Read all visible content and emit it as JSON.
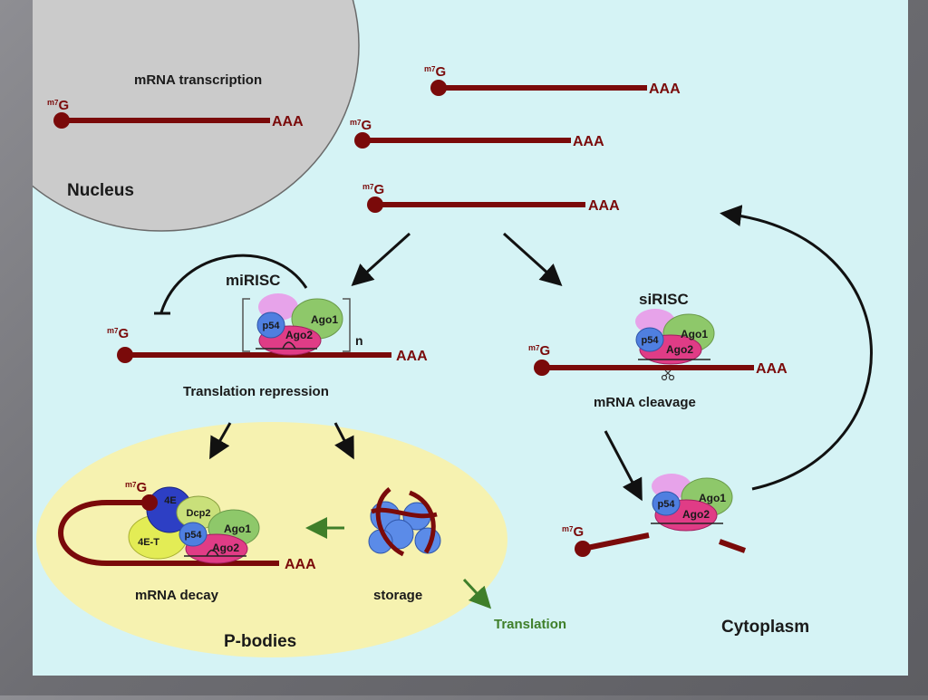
{
  "colors": {
    "background": "#d5f3f5",
    "nucleus": "#cbcbcb",
    "pbody": "#f6f2b0",
    "mrna": "#7a0a0a",
    "arrow": "#111111",
    "green_arrow": "#3f7f2a",
    "ago1": "#8ec86a",
    "ago2": "#e03c86",
    "p54": "#4f7fe0",
    "pink": "#e7a3ea",
    "eif4e": "#2d3fc4",
    "dcp2": "#c9e07a",
    "eif4et": "#e3ec55"
  },
  "labels": {
    "nucleus": "Nucleus",
    "transcription": "mRNA transcription",
    "miRISC": "miRISC",
    "siRISC": "siRISC",
    "translation_repression": "Translation repression",
    "mrna_cleavage": "mRNA cleavage",
    "mrna_decay": "mRNA decay",
    "storage": "storage",
    "translation": "Translation",
    "pbodies": "P-bodies",
    "cytoplasm": "Cytoplasm",
    "n": "n"
  },
  "mrna": {
    "cap_m": "m",
    "cap_sup": "7",
    "cap_g": "G",
    "poly_a": "AAA"
  },
  "proteins": {
    "ago1": "Ago1",
    "ago2": "Ago2",
    "p54": "p54",
    "eif4e": "4E",
    "dcp2": "Dcp2",
    "eif4et": "4E-T"
  }
}
